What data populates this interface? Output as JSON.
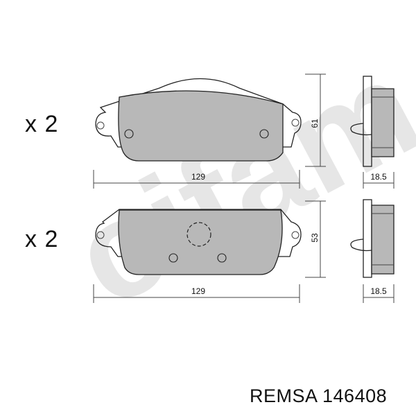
{
  "watermark": "cifam",
  "views": [
    {
      "quantity": "x 2",
      "dimensions": {
        "width": "129",
        "height": "61",
        "thickness": "18.5"
      }
    },
    {
      "quantity": "x 2",
      "dimensions": {
        "width": "129",
        "height": "53",
        "thickness": "18.5"
      }
    }
  ],
  "caption": "REMSA 146408",
  "colors": {
    "pad_fill": "#b8b8b8",
    "line": "#222222",
    "watermark": "#e6e6e6"
  }
}
